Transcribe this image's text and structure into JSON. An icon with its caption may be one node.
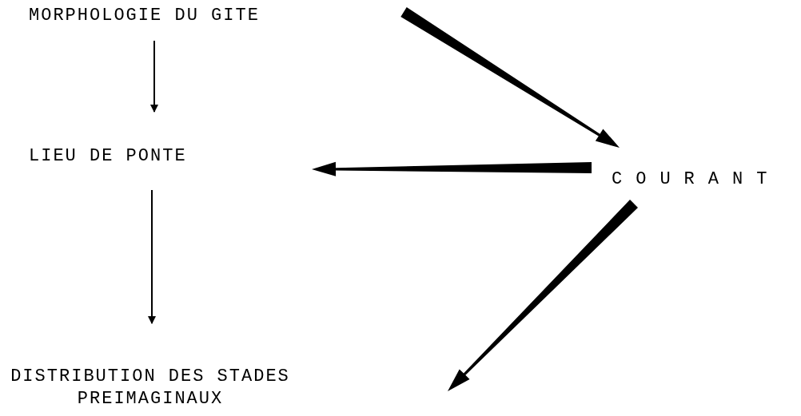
{
  "diagram": {
    "nodes": [
      {
        "text": [
          "MORPHOLOGIE DU GITE"
        ]
      },
      {
        "text": [
          "LIEU DE PONTE"
        ]
      },
      {
        "text": [
          "COURANT"
        ]
      },
      {
        "text": [
          "DISTRIBUTION DES STADES PREIMAGINAUX"
        ]
      }
    ],
    "edges": [
      {
        "from": 0,
        "to": 1,
        "arrow": "to"
      },
      {
        "from": 1,
        "to": 3,
        "arrow": "to"
      },
      {
        "from": null,
        "to": 2,
        "arrow": "to",
        "style": "thick"
      },
      {
        "from": 2,
        "to": 1,
        "arrow": "to",
        "style": "thick"
      },
      {
        "from": 2,
        "to": null,
        "arrow": "to",
        "style": "thick"
      }
    ]
  }
}
